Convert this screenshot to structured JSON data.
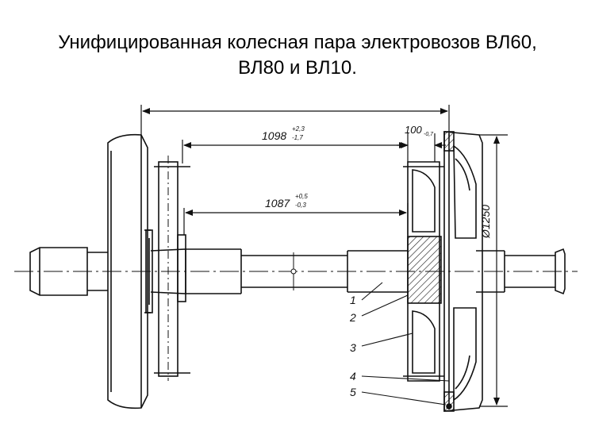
{
  "title": {
    "line1": "Унифицированная колесная пара электровозов ВЛ60,",
    "line2": "ВЛ80 и ВЛ10."
  },
  "dimensions": {
    "d1098": {
      "base": "1098",
      "sup": "+2,3",
      "sub": "-1,7"
    },
    "d1087": {
      "base": "1087",
      "sup": "+0,5",
      "sub": "-0,3"
    },
    "d100": {
      "base": "100",
      "sub": "-0,7"
    },
    "diameter": "Ø1250"
  },
  "callouts": [
    "1",
    "2",
    "3",
    "4",
    "5"
  ],
  "colors": {
    "line": "#111111",
    "background": "#ffffff"
  }
}
